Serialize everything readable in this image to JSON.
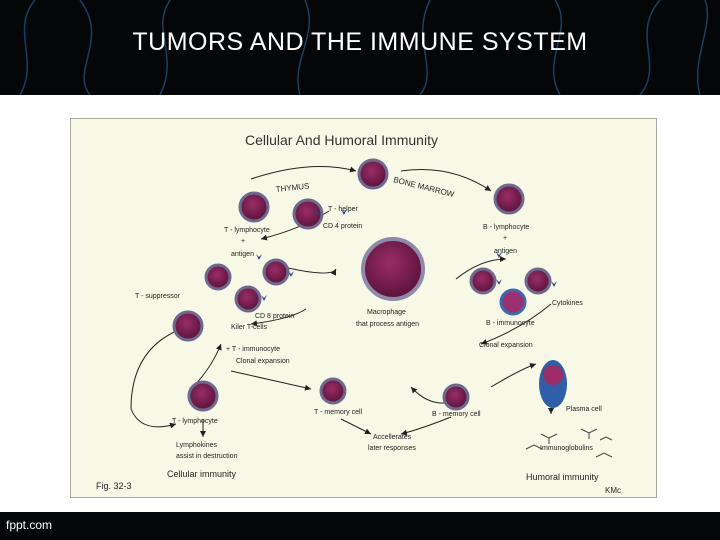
{
  "slide": {
    "title": "TUMORS AND THE IMMUNE SYSTEM",
    "footer": "fppt.com"
  },
  "figure": {
    "heading": "Cellular  And Humoral  Immunity",
    "thymus": "THYMUS",
    "bone_marrow": "BONE  MARROW",
    "t_helper": "T - helper",
    "cd4": "CD 4 protein",
    "t_lymph_antigen": [
      "T - lymphocyte",
      "+",
      "antigen"
    ],
    "b_lymph_antigen": [
      "B - lymphocyte",
      "+",
      "antigen"
    ],
    "t_suppressor": "T - suppressor",
    "cd8": "CD 8 protein",
    "killer": "Kiler T-cells",
    "macrophage": [
      "Macrophage",
      "that process antigen"
    ],
    "cytokines": "Cytokines",
    "b_immunocyte": "B - immunocyte",
    "t_immunocyte": [
      "+  T - immunocyte",
      "Clonal expansion"
    ],
    "clonal_b": "Clonal expansion",
    "t_memory": "T - memory cell",
    "b_memory": "B - memory cell",
    "plasma": "Plasma  cell",
    "t_lymph_low": "T - lymphocyte",
    "lymphokines": [
      "Lymphokines",
      "assist in destruction"
    ],
    "accelerates": [
      "Accellerates",
      "later responses"
    ],
    "immunoglobulins": "Immunoglobulins",
    "cellular": "Cellular  immunity",
    "humoral": "Humoral  immunity",
    "fig": "Fig. 32-3",
    "kmc": "KMc"
  },
  "colors": {
    "cell_fill": "#7a1c4a",
    "cell_ring": "#4a3d66",
    "plasma": "#2f5fa8",
    "antigen": "#2a3c8e"
  }
}
